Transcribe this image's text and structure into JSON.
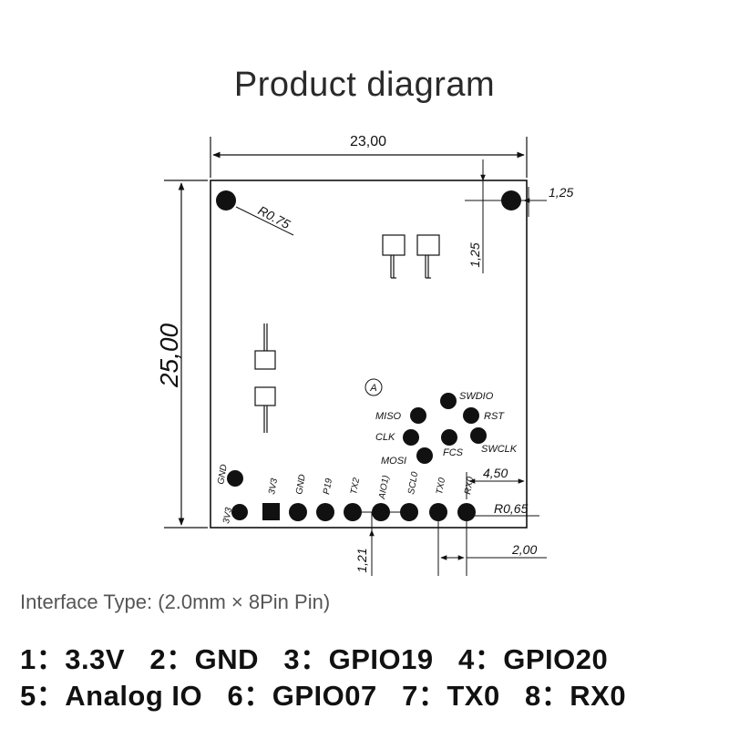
{
  "title": "Product diagram",
  "dimensions": {
    "width": "23,00",
    "height": "25,00",
    "hole_radius": "R0.75",
    "hole_offset_x": "1,25",
    "hole_offset_y": "1,25",
    "header_span": "4,50",
    "pin_radius": "R0,65",
    "pin_pitch": "2,00",
    "row_offset": "1,21"
  },
  "marker": "A",
  "header_labels": [
    "3V3",
    "GND",
    "P19",
    "TX2",
    "AIO1)",
    "SCL0",
    "TX0",
    "RX0"
  ],
  "side_labels": [
    "GND",
    "3V3"
  ],
  "debug_labels": {
    "swdio": "SWDIO",
    "miso": "MISO",
    "rst": "RST",
    "clk": "CLK",
    "fcs": "FCS",
    "swclk": "SWCLK",
    "mosi": "MOSI"
  },
  "interface_type": "Interface Type: (2.0mm × 8Pin Pin)",
  "pins": [
    {
      "num": "1：",
      "name": "3.3V"
    },
    {
      "num": "2：",
      "name": "GND"
    },
    {
      "num": "3：",
      "name": "GPIO19"
    },
    {
      "num": "4：",
      "name": "GPIO20"
    },
    {
      "num": "5：",
      "name": "Analog IO"
    },
    {
      "num": "6：",
      "name": "GPIO07"
    },
    {
      "num": "7：",
      "name": "TX0"
    },
    {
      "num": "8：",
      "name": "RX0"
    }
  ]
}
